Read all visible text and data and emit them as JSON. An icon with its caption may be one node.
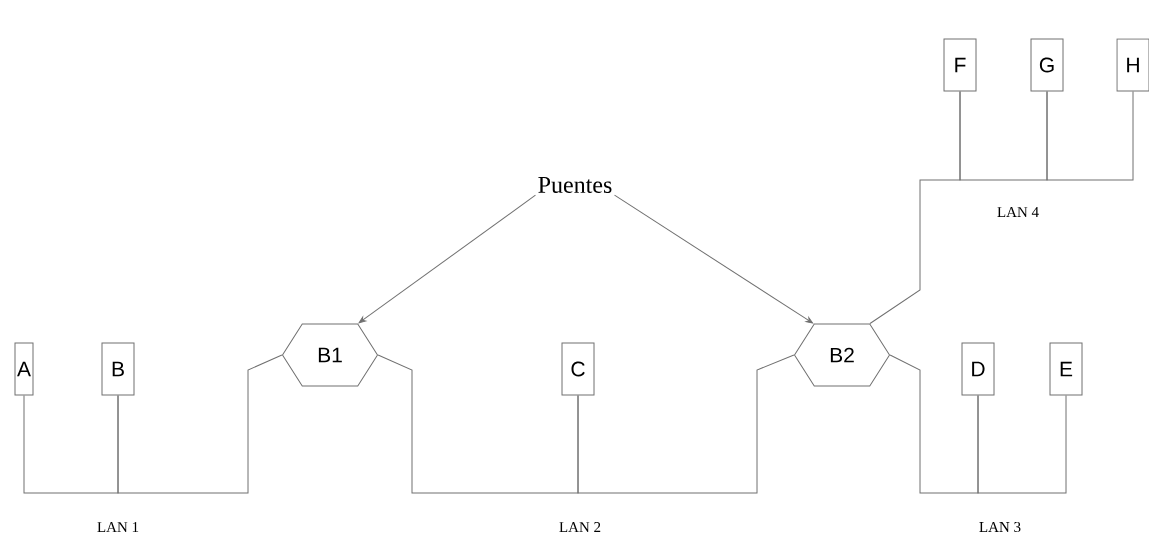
{
  "diagram": {
    "nodes": [
      {
        "text": [
          "A"
        ]
      },
      {
        "text": [
          "B"
        ]
      },
      {
        "text": [
          "B1"
        ]
      },
      {
        "text": [
          "C"
        ]
      },
      {
        "text": [
          "B2"
        ]
      },
      {
        "text": [
          "D"
        ]
      },
      {
        "text": [
          "E"
        ]
      },
      {
        "text": [
          "F"
        ]
      },
      {
        "text": [
          "G"
        ]
      },
      {
        "text": [
          "H"
        ]
      },
      {
        "text": [
          "Puentes"
        ]
      }
    ],
    "edges": [
      {
        "from": 0,
        "to": 1,
        "arrow": "none"
      },
      {
        "from": 1,
        "to": 2,
        "arrow": "none"
      },
      {
        "from": 2,
        "to": 3,
        "arrow": "none"
      },
      {
        "from": 3,
        "to": 4,
        "arrow": "none"
      },
      {
        "from": 4,
        "to": 5,
        "arrow": "none"
      },
      {
        "from": 5,
        "to": 6,
        "arrow": "none"
      },
      {
        "from": 4,
        "to": 7,
        "arrow": "none"
      },
      {
        "from": 7,
        "to": 8,
        "arrow": "none"
      },
      {
        "from": 8,
        "to": 9,
        "arrow": "none"
      },
      {
        "from": 10,
        "to": 2,
        "arrow": "to"
      },
      {
        "from": 10,
        "to": 4,
        "arrow": "to"
      }
    ],
    "labels": [
      "LAN 4",
      "LAN 1",
      "LAN 2",
      "LAN 3"
    ]
  }
}
